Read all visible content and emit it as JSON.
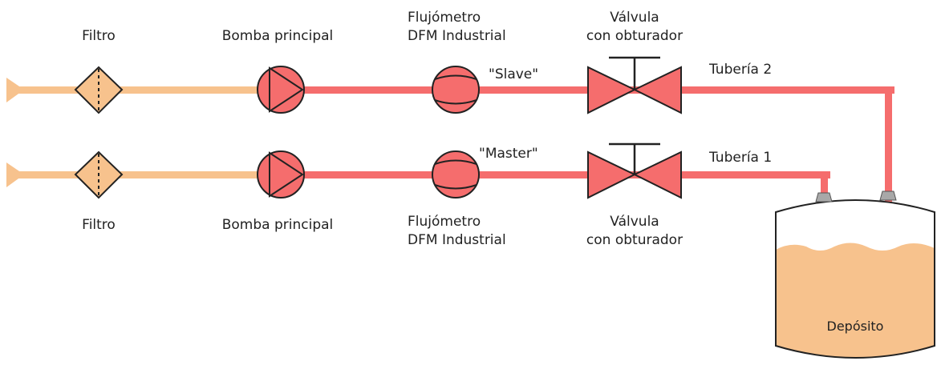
{
  "labels": {
    "filter_top": "Filtro",
    "pump_top": "Bomba principal",
    "flowmeter_top_line1": "Flujómetro",
    "flowmeter_top_line2": "DFM Industrial",
    "valve_top_line1": "Válvula",
    "valve_top_line2": "con obturador",
    "slave_tag": "\"Slave\"",
    "pipe_2": "Tubería 2",
    "master_tag": "\"Master\"",
    "pipe_1": "Tubería 1",
    "filter_bottom": "Filtro",
    "pump_bottom": "Bomba principal",
    "flowmeter_bottom_line1": "Flujómetro",
    "flowmeter_bottom_line2": "DFM Industrial",
    "valve_bottom_line1": "Válvula",
    "valve_bottom_line2": "con obturador",
    "tank": "Depósito"
  },
  "colors": {
    "inlet_pipe": "#f7c28d",
    "outlet_pipe": "#f56d6d",
    "filter_fill": "#f7c28d",
    "component_fill": "#f56d6d",
    "tank_liquid": "#f7c28d",
    "tank_cap": "#a8a8a8",
    "stroke": "#222222"
  }
}
